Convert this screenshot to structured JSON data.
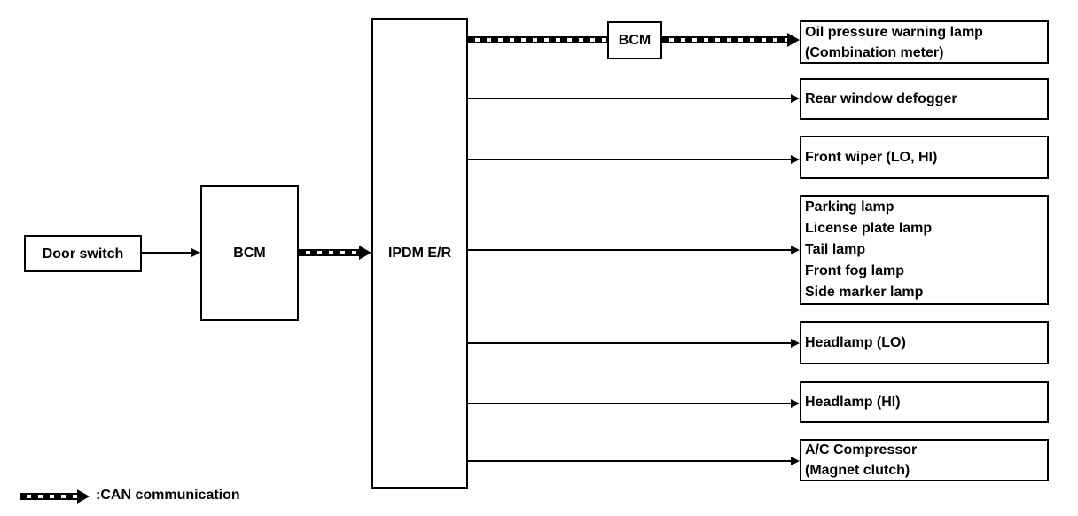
{
  "nodes": {
    "door_switch": {
      "label": "Door switch"
    },
    "bcm_left": {
      "label": "BCM"
    },
    "ipdm": {
      "label": "IPDM E/R"
    },
    "bcm_gateway": {
      "label": "BCM"
    },
    "oil_pressure": {
      "lines": [
        "Oil pressure warning lamp",
        "(Combination meter)"
      ]
    },
    "rear_defogger": {
      "label": "Rear window defogger"
    },
    "front_wiper": {
      "label": "Front wiper (LO, HI)"
    },
    "exterior_lamps": {
      "lines": [
        "Parking lamp",
        "License plate lamp",
        "Tail lamp",
        "Front fog lamp",
        "Side marker lamp"
      ]
    },
    "headlamp_lo": {
      "label": "Headlamp (LO)"
    },
    "headlamp_hi": {
      "label": "Headlamp (HI)"
    },
    "ac_compressor": {
      "lines": [
        "A/C Compressor",
        "(Magnet clutch)"
      ]
    }
  },
  "connections": [
    {
      "from": "Door switch",
      "to": "BCM",
      "type": "signal"
    },
    {
      "from": "BCM",
      "to": "IPDM E/R",
      "type": "CAN communication"
    },
    {
      "from": "IPDM E/R",
      "to": "BCM",
      "type": "CAN communication"
    },
    {
      "from": "BCM",
      "to": "Oil pressure warning lamp (Combination meter)",
      "type": "CAN communication"
    },
    {
      "from": "IPDM E/R",
      "to": "Rear window defogger",
      "type": "signal"
    },
    {
      "from": "IPDM E/R",
      "to": "Front wiper (LO, HI)",
      "type": "signal"
    },
    {
      "from": "IPDM E/R",
      "to": "Parking lamp / License plate lamp / Tail lamp / Front fog lamp / Side marker lamp",
      "type": "signal"
    },
    {
      "from": "IPDM E/R",
      "to": "Headlamp (LO)",
      "type": "signal"
    },
    {
      "from": "IPDM E/R",
      "to": "Headlamp (HI)",
      "type": "signal"
    },
    {
      "from": "IPDM E/R",
      "to": "A/C Compressor (Magnet clutch)",
      "type": "signal"
    }
  ],
  "legend": {
    "label": ":CAN communication"
  },
  "colors": {
    "line": "#000000",
    "background": "#ffffff"
  }
}
